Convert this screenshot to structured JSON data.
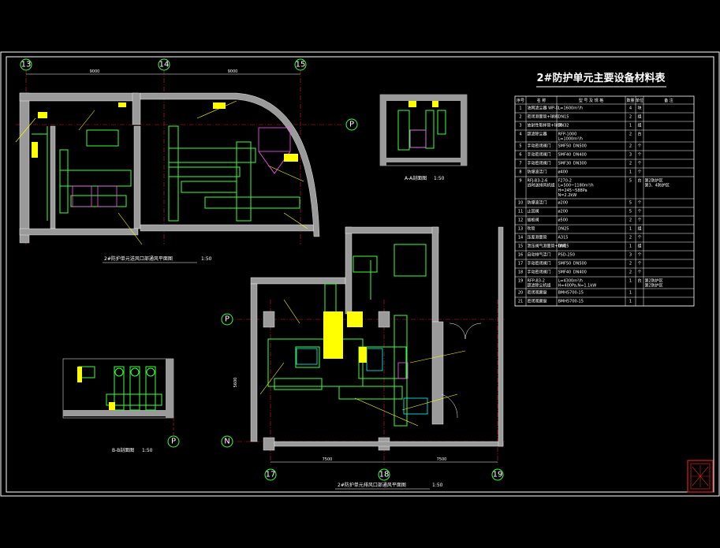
{
  "table": {
    "title": "2#防护单元主要设备材料表",
    "headers": [
      "序号",
      "名 称",
      "型 号 及 规 格",
      "数量",
      "单位",
      "备 注"
    ],
    "rows": [
      [
        "1",
        "油网滤尘器 WP-D",
        "L=1600m³/h",
        "4",
        "块",
        ""
      ],
      [
        "2",
        "密闭测量管+球阀",
        "DN15",
        "2",
        "组",
        ""
      ],
      [
        "3",
        "放射性取样管+球阀",
        "DN32",
        "1",
        "组",
        ""
      ],
      [
        "4",
        "超滤除尘器",
        "RFP-1000\nL=1000m³/h",
        "2",
        "台",
        ""
      ],
      [
        "5",
        "手动密闭阀门",
        "SMF50 DN500",
        "2",
        "个",
        ""
      ],
      [
        "6",
        "手动密闭阀门",
        "SMF40 DN400",
        "3",
        "个",
        ""
      ],
      [
        "7",
        "手动密闭阀门",
        "SMF30 DN300",
        "2",
        "个",
        ""
      ],
      [
        "8",
        "防爆波活门",
        "ø400",
        "1",
        "个",
        ""
      ],
      [
        "9",
        "RFJ-B3-2-6\n战时送排风机组",
        "F270-2\nL=500~1180m³/h\nH=245~588Pa\nN=2.2kW",
        "5",
        "台",
        "第2防护区\n第3、4防护区"
      ],
      [
        "10",
        "防爆波活门",
        "ø200",
        "5",
        "个",
        ""
      ],
      [
        "11",
        "止回阀",
        "ø200",
        "5",
        "个",
        ""
      ],
      [
        "12",
        "插板阀",
        "ø500",
        "2",
        "个",
        ""
      ],
      [
        "13",
        "吹管",
        "DN25",
        "1",
        "组",
        ""
      ],
      [
        "14",
        "压差测量管",
        "A315",
        "2",
        "个",
        ""
      ],
      [
        "15",
        "泄压阀气测量管+球阀",
        "DN15",
        "1",
        "组",
        ""
      ],
      [
        "16",
        "自动排气活门",
        "PSD-250",
        "3",
        "个",
        ""
      ],
      [
        "17",
        "手动密闭阀门",
        "SMF50 DN500",
        "2",
        "个",
        ""
      ],
      [
        "18",
        "手动密闭阀门",
        "SMF40 DN400",
        "2",
        "个",
        ""
      ],
      [
        "19",
        "RFP-B3-2\n超滤除尘机组",
        "L=4300m³/h\nH=400Pa,N=1.1kW",
        "1",
        "台",
        "第2防护区\n第2防护区"
      ],
      [
        "20",
        "密闭观察窗",
        "BMH5700-15",
        "1",
        "",
        ""
      ],
      [
        "21",
        "密闭观察窗",
        "BMH5700-15",
        "1",
        "",
        ""
      ]
    ]
  },
  "drawing": {
    "grid_top": [
      "13",
      "14",
      "15"
    ],
    "grid_bottom": [
      "17",
      "18",
      "19"
    ],
    "grid_rows": [
      "P",
      "P",
      "N",
      "P"
    ],
    "dims_top": [
      "9000",
      "9000"
    ],
    "dims_bottom": [
      "7500",
      "7500"
    ],
    "dim_vertical": "5600",
    "caption_top": "2#防护单元送风口部通风平面图",
    "caption_top_scale": "1:50",
    "caption_bottom": "2#防护单元排风口部通风平面图",
    "caption_bottom_scale": "1:50",
    "caption_section_a": "A-A剖面图",
    "caption_section_a_scale": "1:50",
    "caption_section_b": "B-B剖面图",
    "caption_section_b_scale": "1:50"
  },
  "colors": {
    "background": "#000000",
    "frame": "#ffffff",
    "duct_green": "#3cff3c",
    "annotation_yellow": "#ffff00",
    "wall_gray": "#9a9a9a",
    "equipment_magenta": "#ff55ff",
    "cyan": "#00ffff",
    "stamp_red": "#d02020"
  },
  "stamp_icon": "seal-stamp-icon"
}
